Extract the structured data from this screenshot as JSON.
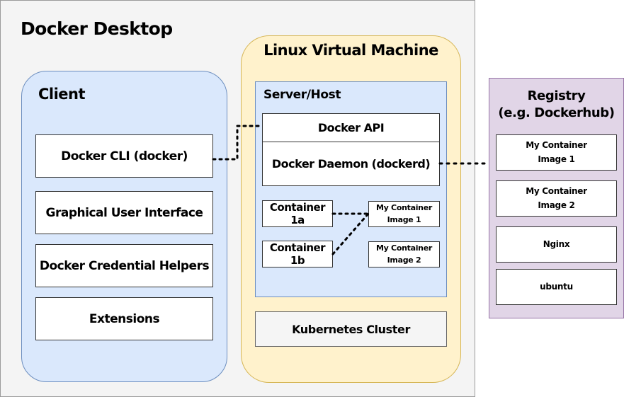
{
  "desktop": {
    "title": "Docker Desktop"
  },
  "client": {
    "title": "Client",
    "items": [
      "Docker CLI (docker)",
      "Graphical User Interface",
      "Docker Credential Helpers",
      "Extensions"
    ]
  },
  "vm": {
    "title": "Linux Virtual Machine",
    "server": {
      "title": "Server/Host",
      "api": "Docker API",
      "daemon": "Docker Daemon (dockerd)",
      "containers": [
        "Container 1a",
        "Container 1b"
      ],
      "images": [
        {
          "line1": "My Container",
          "line2": "Image 1"
        },
        {
          "line1": "My Container",
          "line2": "Image 2"
        }
      ]
    },
    "kubernetes": "Kubernetes Cluster"
  },
  "registry": {
    "title_line1": "Registry",
    "title_line2": "(e.g. Dockerhub)",
    "items": [
      {
        "line1": "My Container",
        "line2": "Image 1"
      },
      {
        "line1": "My Container",
        "line2": "Image 2"
      },
      {
        "line1": "Nginx",
        "line2": ""
      },
      {
        "line1": "ubuntu",
        "line2": ""
      }
    ]
  },
  "colors": {
    "desktop_bg": "#f4f4f4",
    "client_bg": "#dae8fc",
    "vm_bg": "#fff2cc",
    "registry_bg": "#e1d5e7"
  }
}
